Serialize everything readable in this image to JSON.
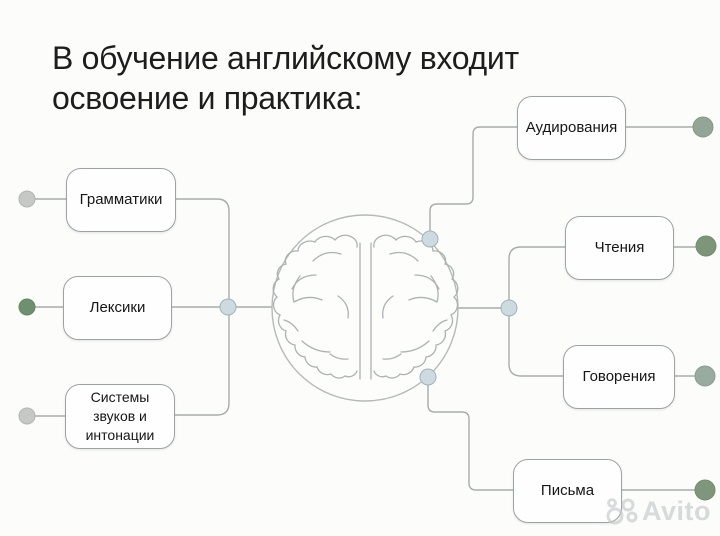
{
  "title": {
    "line1": "В обучение английскому входит",
    "line2": "освоение и практика:"
  },
  "nodes": {
    "left": [
      {
        "id": "grammar",
        "label": "Грамматики"
      },
      {
        "id": "vocabulary",
        "label": "Лексики"
      },
      {
        "id": "sounds",
        "label": "Системы звуков и интонации"
      }
    ],
    "right": [
      {
        "id": "listening",
        "label": "Аудирования"
      },
      {
        "id": "reading",
        "label": "Чтения"
      },
      {
        "id": "speaking",
        "label": "Говорения"
      },
      {
        "id": "writing",
        "label": "Письма"
      }
    ]
  },
  "center": {
    "icon": "brain-icon"
  },
  "watermark": {
    "text": "Avito"
  },
  "colors": {
    "line": "#a6adad",
    "box_border": "#9da3a3",
    "left_dot_top": "#c5c8c5",
    "left_dot_middle": "#6f9070",
    "left_dot_bottom": "#c5c8c5",
    "junction_fill": "#cddbe0",
    "junction_border": "#a0b4b9",
    "terminal_listening": "#93a596",
    "terminal_reading": "#7d9579",
    "terminal_speaking": "#99aa9e",
    "terminal_writing": "#7f957c",
    "brain_stroke": "#abb2b2",
    "title_text": "#1d1d1d"
  }
}
